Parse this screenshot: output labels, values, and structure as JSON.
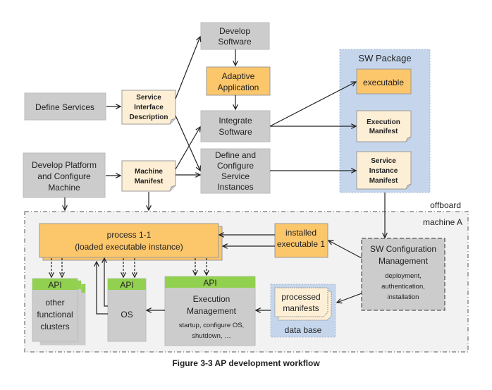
{
  "colors": {
    "gray_box": "#cccccc",
    "orange_box": "#fcc66b",
    "manifest_note": "#fdefd6",
    "sw_package_bg": "#c5d6ec",
    "machine_bg": "#f2f2f2",
    "api_green": "#92d050",
    "stroke": "#222222"
  },
  "offboard": {
    "develop_software": [
      "Develop",
      "Software"
    ],
    "adaptive_application": [
      "Adaptive",
      "Application"
    ],
    "integrate_software": [
      "Integrate",
      "Software"
    ],
    "define_configure_instances": [
      "Define and",
      "Configure",
      "Service",
      "Instances"
    ],
    "define_services": "Define Services",
    "service_interface_description": [
      "Service",
      "Interface",
      "Description"
    ],
    "develop_platform": [
      "Develop Platform",
      "and Configure",
      "Machine"
    ],
    "machine_manifest": [
      "Machine",
      "Manifest"
    ],
    "sw_package": {
      "title": "SW Package",
      "executable": "executable",
      "execution_manifest": [
        "Execution",
        "Manifest"
      ],
      "service_instance_manifest": [
        "Service",
        "Instance",
        "Manifest"
      ]
    },
    "label": "offboard"
  },
  "machine": {
    "label": "machine A",
    "process": [
      "process 1-1",
      "(loaded executable instance)"
    ],
    "installed_executable": [
      "installed",
      "executable 1"
    ],
    "sw_config_mgmt": {
      "title": [
        "SW Configuration",
        "Management"
      ],
      "details": [
        "deployment,",
        "authentication,",
        "installation"
      ]
    },
    "database": {
      "content": [
        "processed",
        "manifests"
      ],
      "label": "data base"
    },
    "api_label": "API",
    "other_clusters": [
      "other",
      "functional",
      "clusters"
    ],
    "os": "OS",
    "execution_management": {
      "title": [
        "Execution",
        "Management"
      ],
      "details": [
        "startup, configure OS,",
        "shutdown, …"
      ]
    }
  },
  "caption": "Figure 3-3 AP development workflow"
}
